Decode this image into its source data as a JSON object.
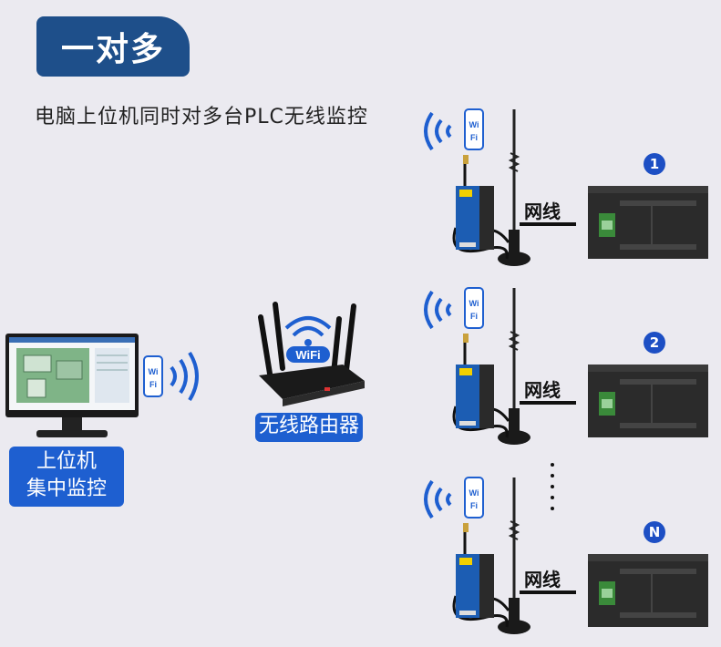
{
  "header": {
    "title": "一对多",
    "subtitle": "电脑上位机同时对多台PLC无线监控"
  },
  "computer": {
    "label_line1": "上位机",
    "label_line2": "集中监控"
  },
  "router": {
    "label": "无线路由器",
    "wifi_text": "WiFi"
  },
  "cable_label": "网线",
  "plc_nodes": [
    {
      "badge": "1"
    },
    {
      "badge": "2"
    },
    {
      "badge": "N"
    }
  ],
  "wifi_badge_text": "WiFi",
  "colors": {
    "title_bg": "#1e4f8a",
    "label_bg": "#1e5fd0",
    "badge_bg": "#1d4fc4",
    "device_blue": "#1c5db3"
  }
}
